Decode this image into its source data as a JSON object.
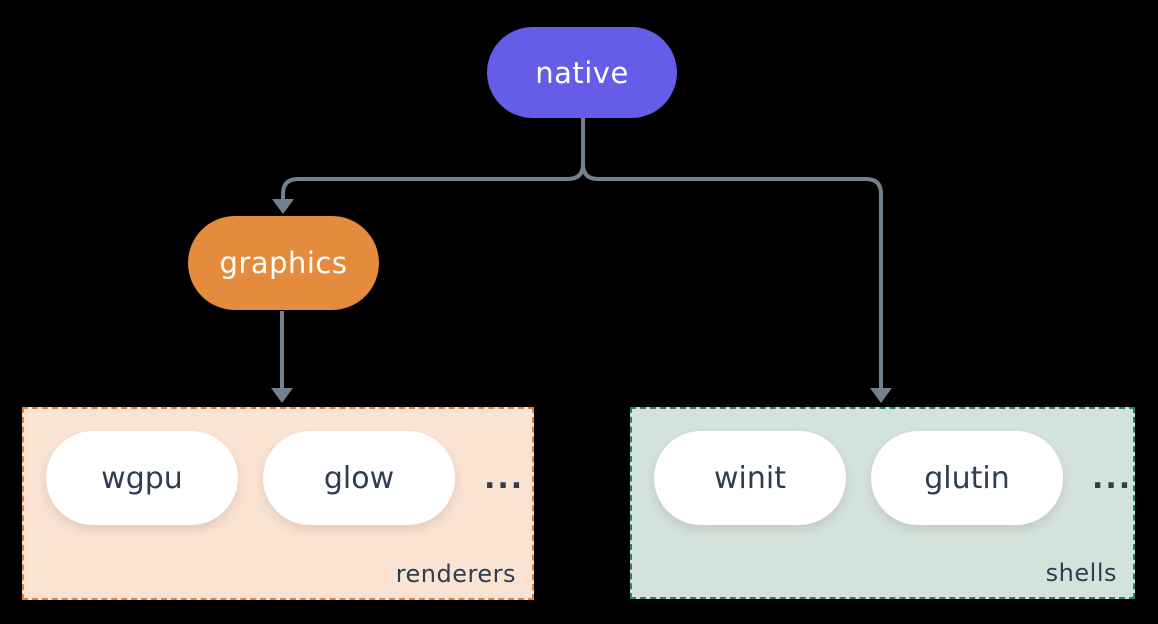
{
  "diagram": {
    "title_hint": "architecture tree",
    "background_color": "#000000",
    "connector_color": "#73808e",
    "text_dark_color": "#2e3d4f",
    "nodes": {
      "native": {
        "label": "native",
        "bg": "#655ce8",
        "text_color": "#ffffff"
      },
      "graphics": {
        "label": "graphics",
        "bg": "#e58b3d",
        "text_color": "#ffffff"
      }
    },
    "groups": {
      "renderers": {
        "label": "renderers",
        "bg": "#fae3d3",
        "border_color": "#e0813d",
        "items": [
          {
            "label": "wgpu"
          },
          {
            "label": "glow"
          }
        ],
        "ellipsis": "..."
      },
      "shells": {
        "label": "shells",
        "bg": "#d3e2db",
        "border_color": "#2c7d6d",
        "items": [
          {
            "label": "winit"
          },
          {
            "label": "glutin"
          }
        ],
        "ellipsis": "..."
      }
    },
    "edges": [
      {
        "from": "native",
        "to": "graphics"
      },
      {
        "from": "native",
        "to": "shells"
      },
      {
        "from": "graphics",
        "to": "renderers"
      }
    ]
  }
}
